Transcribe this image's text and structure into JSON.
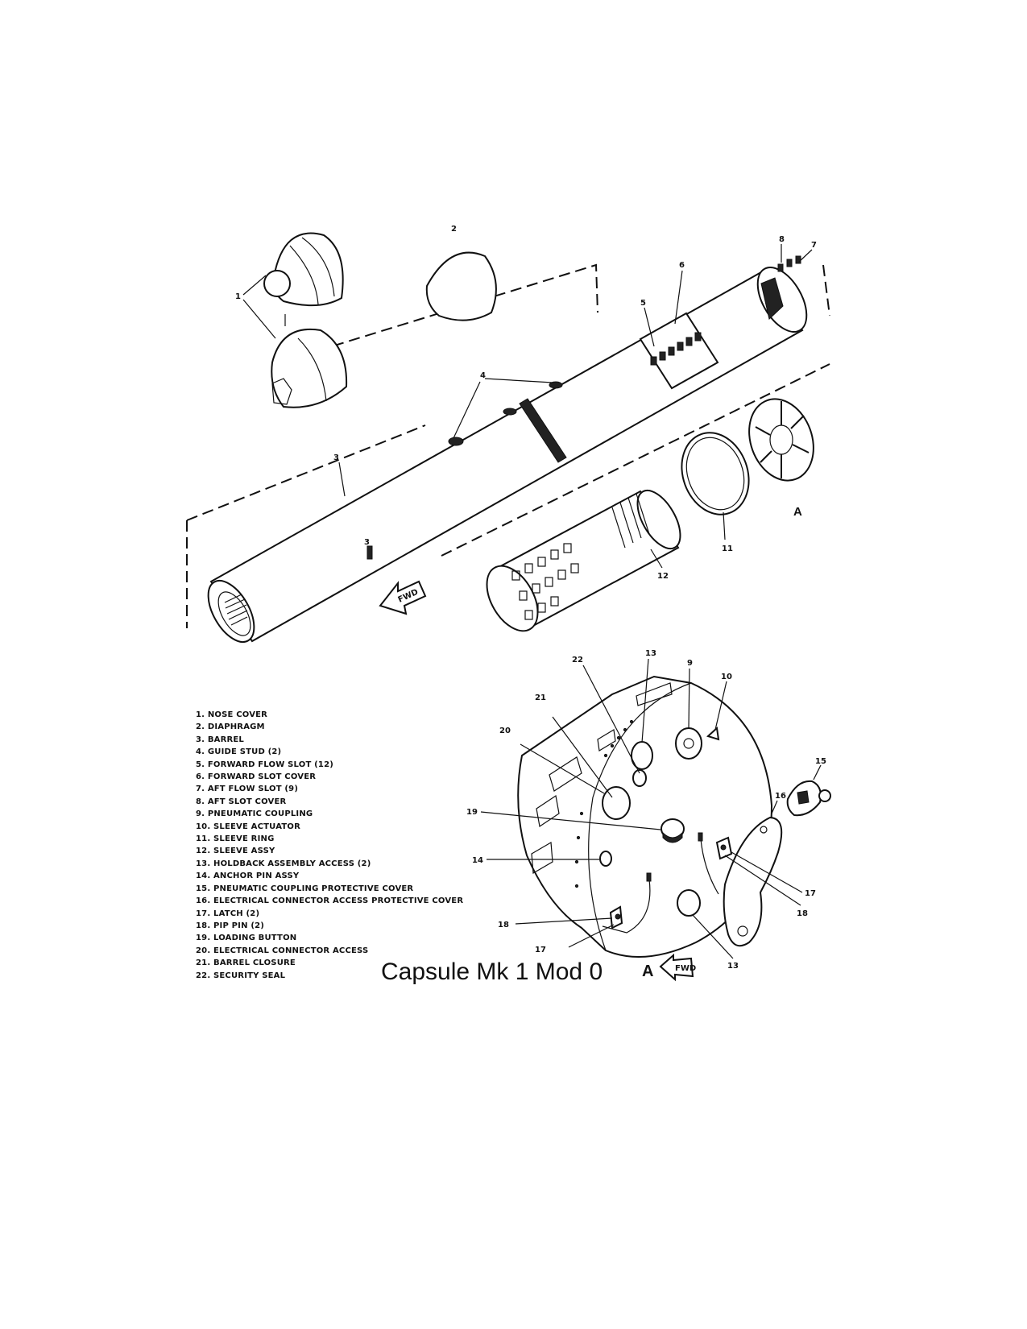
{
  "figure": {
    "caption": "Capsule Mk 1 Mod 0",
    "view_label": "A",
    "direction_label": "FWD"
  },
  "callouts": [
    "1",
    "2",
    "3",
    "3",
    "4",
    "5",
    "6",
    "7",
    "8",
    "9",
    "10",
    "11",
    "12",
    "13",
    "13",
    "14",
    "15",
    "16",
    "17",
    "17",
    "18",
    "18",
    "19",
    "20",
    "21",
    "22",
    "A"
  ],
  "legend": [
    "1. NOSE COVER",
    "2. DIAPHRAGM",
    "3. BARREL",
    "4. GUIDE STUD (2)",
    "5. FORWARD FLOW SLOT (12)",
    "6. FORWARD SLOT COVER",
    "7. AFT FLOW SLOT (9)",
    "8. AFT SLOT COVER",
    "9. PNEUMATIC COUPLING",
    "10. SLEEVE ACTUATOR",
    "11. SLEEVE RING",
    "12. SLEEVE ASSY",
    "13. HOLDBACK ASSEMBLY ACCESS (2)",
    "14. ANCHOR PIN ASSY",
    "15. PNEUMATIC COUPLING PROTECTIVE COVER",
    "16. ELECTRICAL CONNECTOR ACCESS PROTECTIVE COVER",
    "17. LATCH (2)",
    "18. PIP PIN (2)",
    "19. LOADING BUTTON",
    "20. ELECTRICAL CONNECTOR ACCESS",
    "21. BARREL CLOSURE",
    "22. SECURITY SEAL"
  ]
}
